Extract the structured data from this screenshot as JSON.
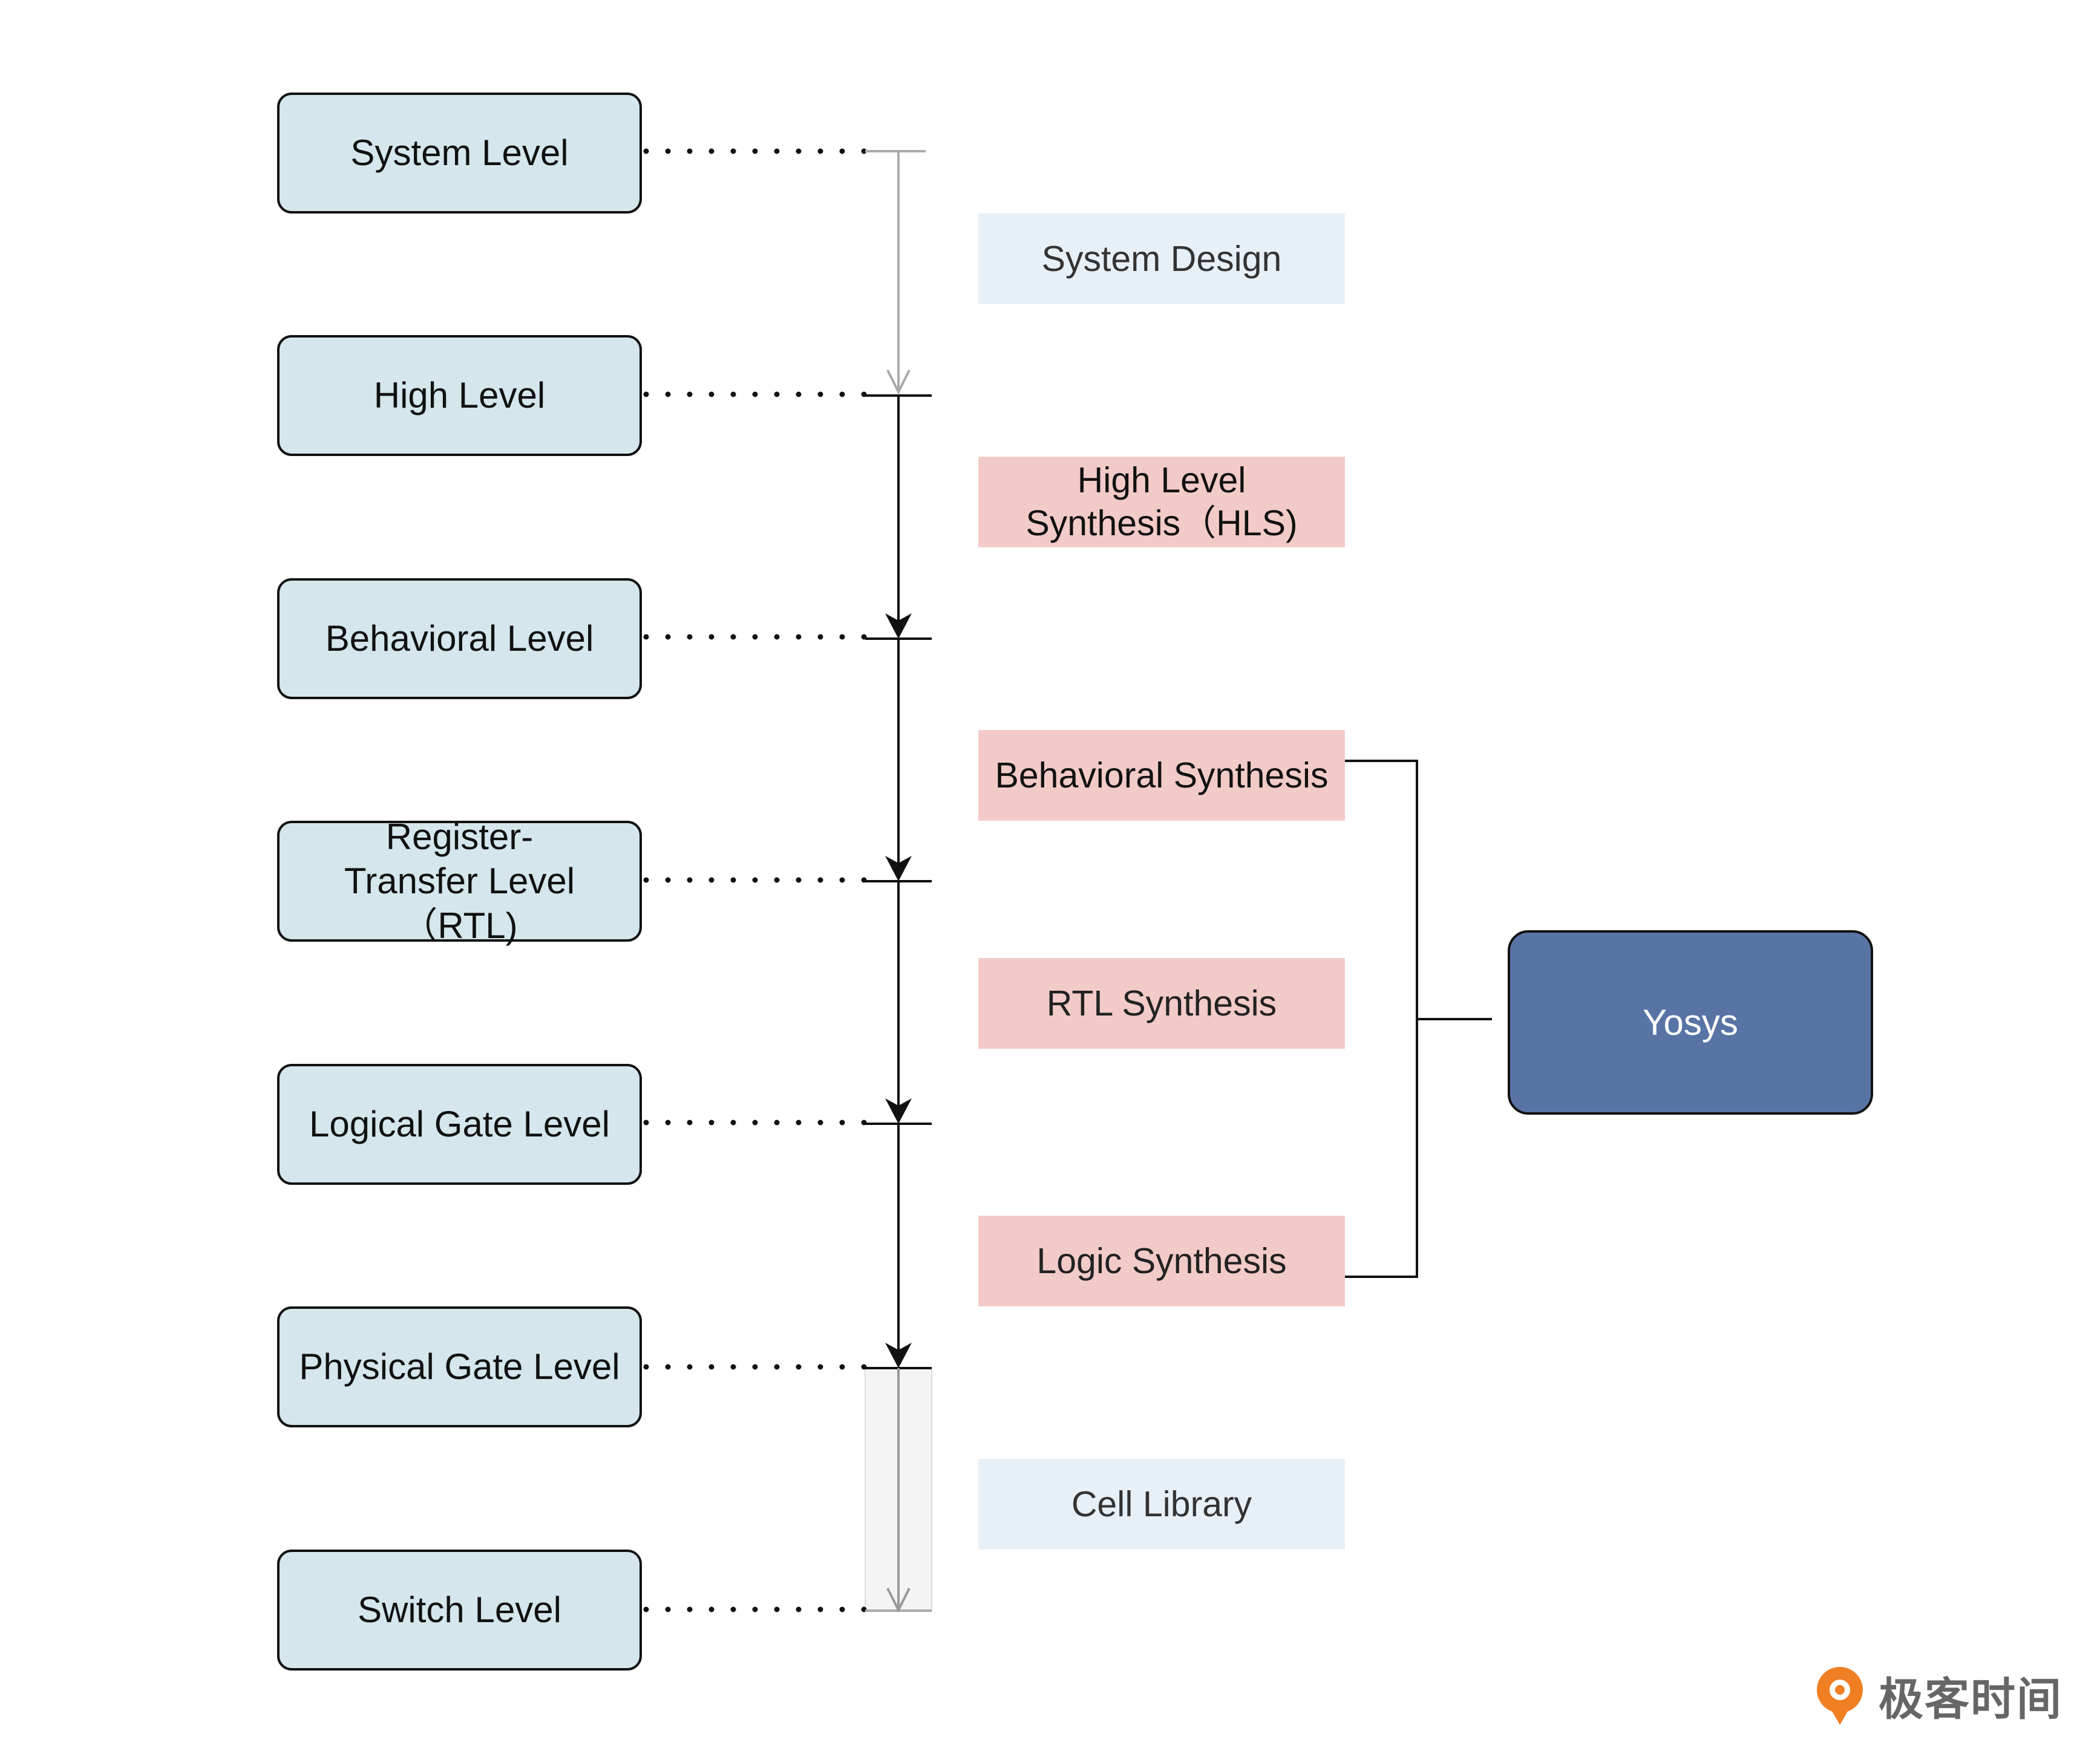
{
  "diagram": {
    "levels": [
      {
        "label": "System Level"
      },
      {
        "label": "High Level"
      },
      {
        "label": "Behavioral Level"
      },
      {
        "label": "Register-Transfer Level（RTL)"
      },
      {
        "label": "Logical Gate Level"
      },
      {
        "label": "Physical Gate Level"
      },
      {
        "label": "Switch Level"
      }
    ],
    "stages": [
      {
        "label": "System Design",
        "style": "blue"
      },
      {
        "label": "High Level Synthesis（HLS)",
        "style": "pink"
      },
      {
        "label": "Behavioral Synthesis",
        "style": "pink"
      },
      {
        "label": "RTL Synthesis",
        "style": "pink"
      },
      {
        "label": "Logic Synthesis",
        "style": "pink"
      },
      {
        "label": "Cell Library",
        "style": "blue"
      }
    ],
    "tool": {
      "label": "Yosys"
    },
    "colors": {
      "level_fill": "#d5e6ed",
      "stage_blue": "#e8f0f7",
      "stage_pink": "#f2cbc9",
      "tool_fill": "#5874a5",
      "brand_orange": "#f07f24"
    }
  },
  "brand": {
    "icon": "geek-time-logo-icon",
    "name": "极客时间"
  }
}
